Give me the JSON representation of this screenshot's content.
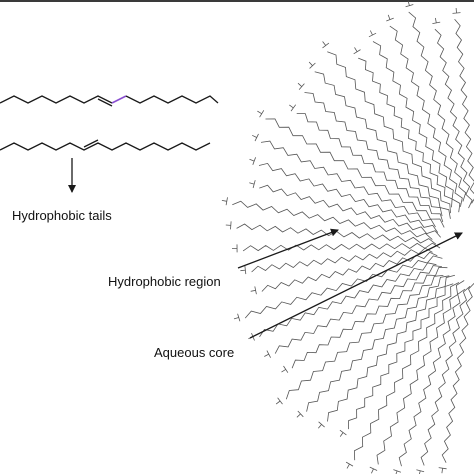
{
  "labels": {
    "tails": "Hydrophobic tails",
    "region": "Hydrophobic region",
    "core": "Aqueous core"
  },
  "colors": {
    "line": "#1a1a1a",
    "double_bond_highlight": "#8a4fd0",
    "micelle_strand": "#555555",
    "frame_top": "#3a3a3a"
  }
}
